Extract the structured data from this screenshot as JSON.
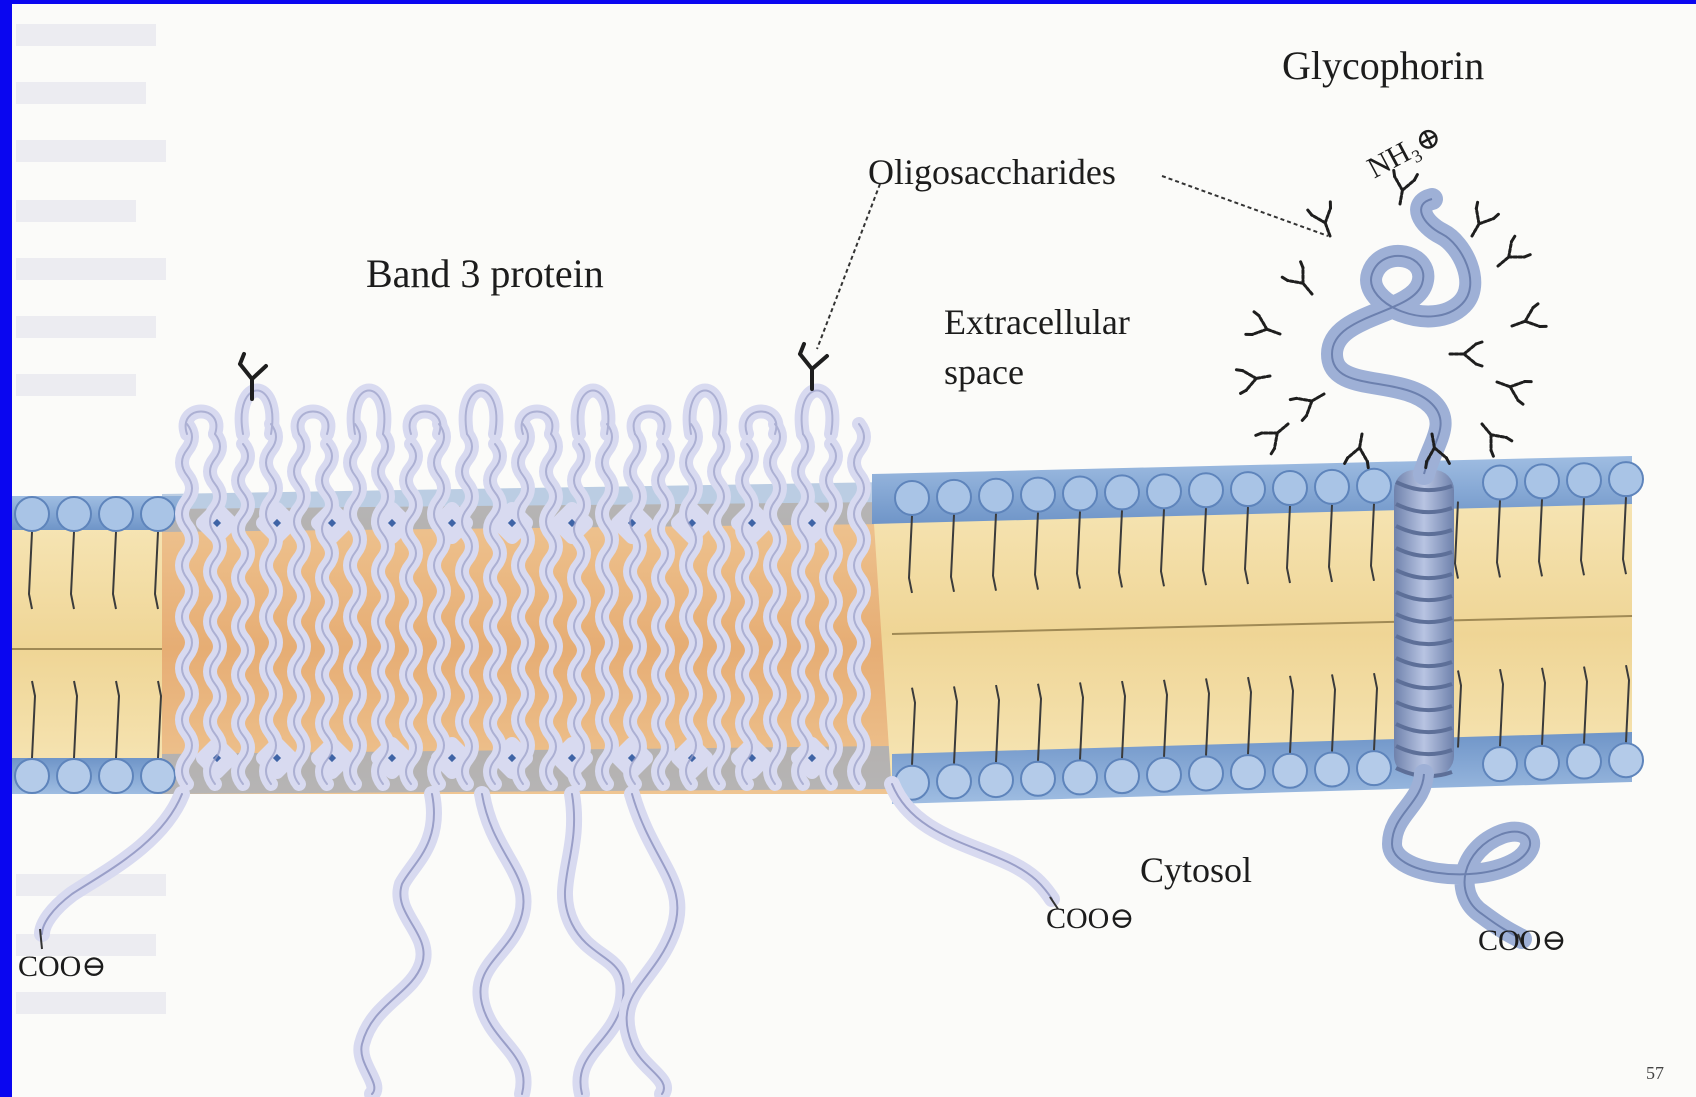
{
  "diagram": {
    "labels": {
      "glycophorin": "Glycophorin",
      "oligosaccharides": "Oligosaccharides",
      "band3": "Band 3 protein",
      "extracellular_line1": "Extracellular",
      "extracellular_line2": "space",
      "cytosol": "Cytosol",
      "nh3": "NH₃⊕",
      "coo_left": "COO⊖",
      "coo_band3": "COO⊖",
      "coo_glycophorin": "COO⊖",
      "slide_number": "57"
    }
  },
  "colors": {
    "frame": "#0a06f0",
    "background": "#fbfbf9",
    "lipid_core": "#f3dca0",
    "lipid_core_protein": "#e9b883",
    "head_groups": "#7ea4d2",
    "protein": "#c9cce8",
    "glycophorin_helix": "#8c9fc8"
  }
}
